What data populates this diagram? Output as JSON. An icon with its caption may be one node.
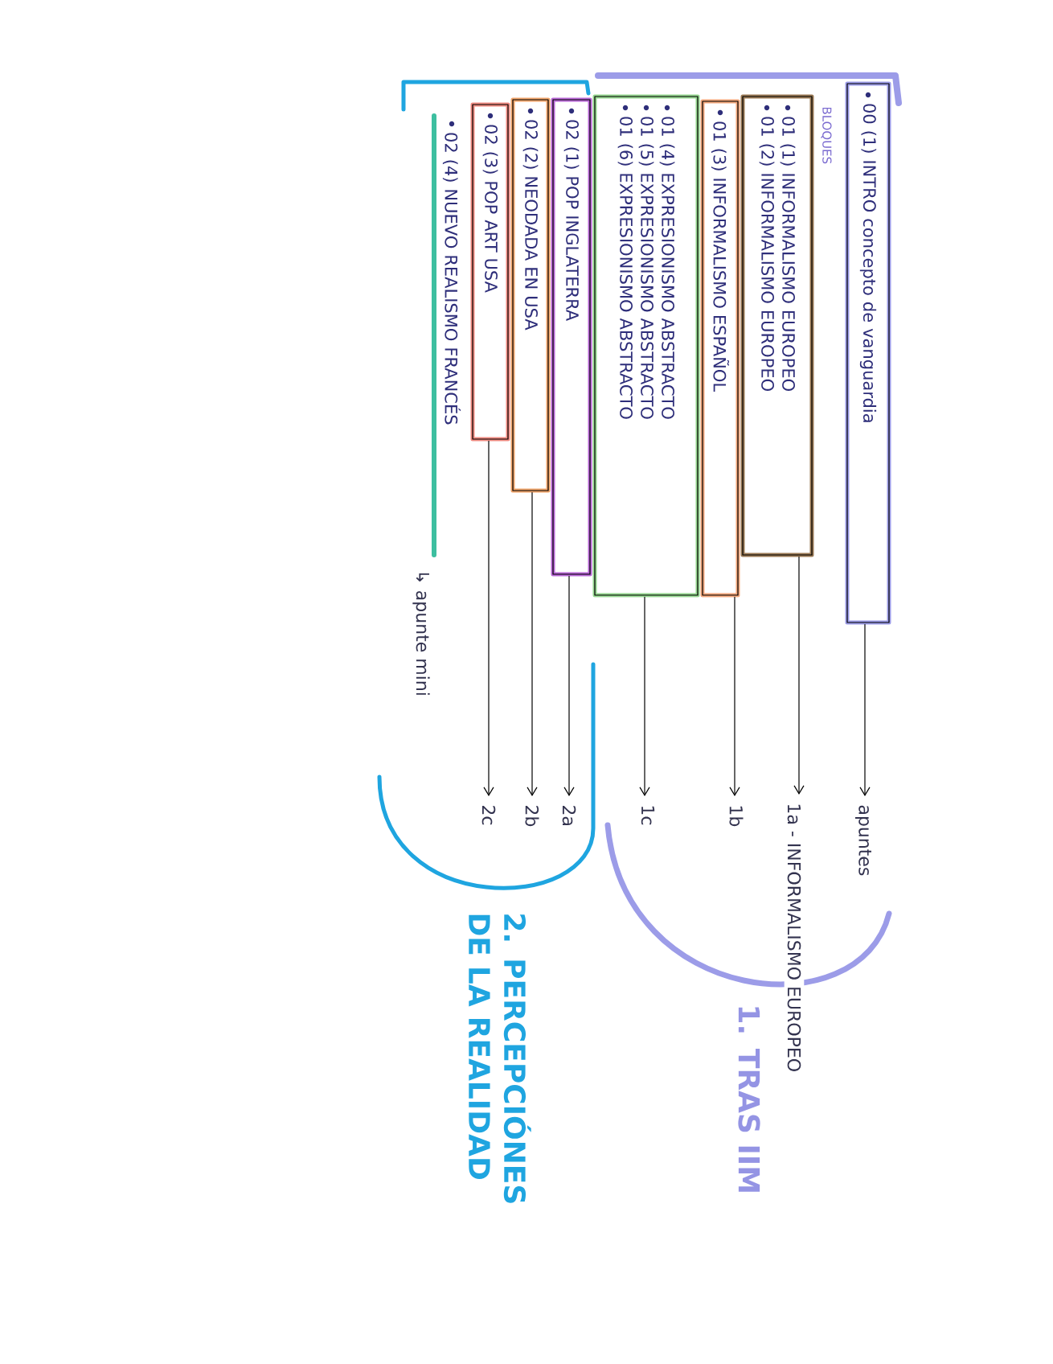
{
  "diagram": {
    "nodes": [
      {
        "text": [
          "00 (1) INTRO concepto de vanguardia"
        ]
      },
      {
        "text": [
          "01 (1) INFORMALISMO EUROPEO",
          "01 (2) INFORMALISMO EUROPEO"
        ]
      },
      {
        "text": [
          "01 (3) INFORMALISMO ESPAÑOL"
        ]
      },
      {
        "text": [
          "01 (4) EXPRESIONISMO ABSTRACTO",
          "01 (5) EXPRESIONISMO ABSTRACTO",
          "01 (6) EXPRESIONISMO ABSTRACTO"
        ]
      },
      {
        "text": [
          "02 (1) POP INGLATERRA"
        ]
      },
      {
        "text": [
          "02 (2) NEODADA EN USA"
        ]
      },
      {
        "text": [
          "02 (3) POP ART USA"
        ]
      },
      {
        "text": [
          "02 (4) NUEVO REALISMO FRANCÉS"
        ],
        "beside": [
          "↳ apunte mini"
        ]
      },
      {
        "text": [
          "apuntes"
        ]
      },
      {
        "text": [
          "1a - INFORMALISMO EUROPEO"
        ]
      },
      {
        "text": [
          "1b"
        ]
      },
      {
        "text": [
          "1c"
        ]
      },
      {
        "text": [
          "2a"
        ]
      },
      {
        "text": [
          "2b"
        ]
      },
      {
        "text": [
          "2c"
        ]
      }
    ],
    "edges": [
      {
        "from": 0,
        "to": 8,
        "arrow": "to"
      },
      {
        "from": 1,
        "to": 9,
        "arrow": "to"
      },
      {
        "from": 2,
        "to": 10,
        "arrow": "to"
      },
      {
        "from": 3,
        "to": 11,
        "arrow": "to"
      },
      {
        "from": 4,
        "to": 12,
        "arrow": "to"
      },
      {
        "from": 5,
        "to": 13,
        "arrow": "to"
      },
      {
        "from": 6,
        "to": 14,
        "arrow": "to"
      }
    ],
    "labels": [
      "BLOQUES",
      "1. TRAS IIM",
      "2. PERCEPCIÓNES DE LA REALIDAD"
    ]
  }
}
